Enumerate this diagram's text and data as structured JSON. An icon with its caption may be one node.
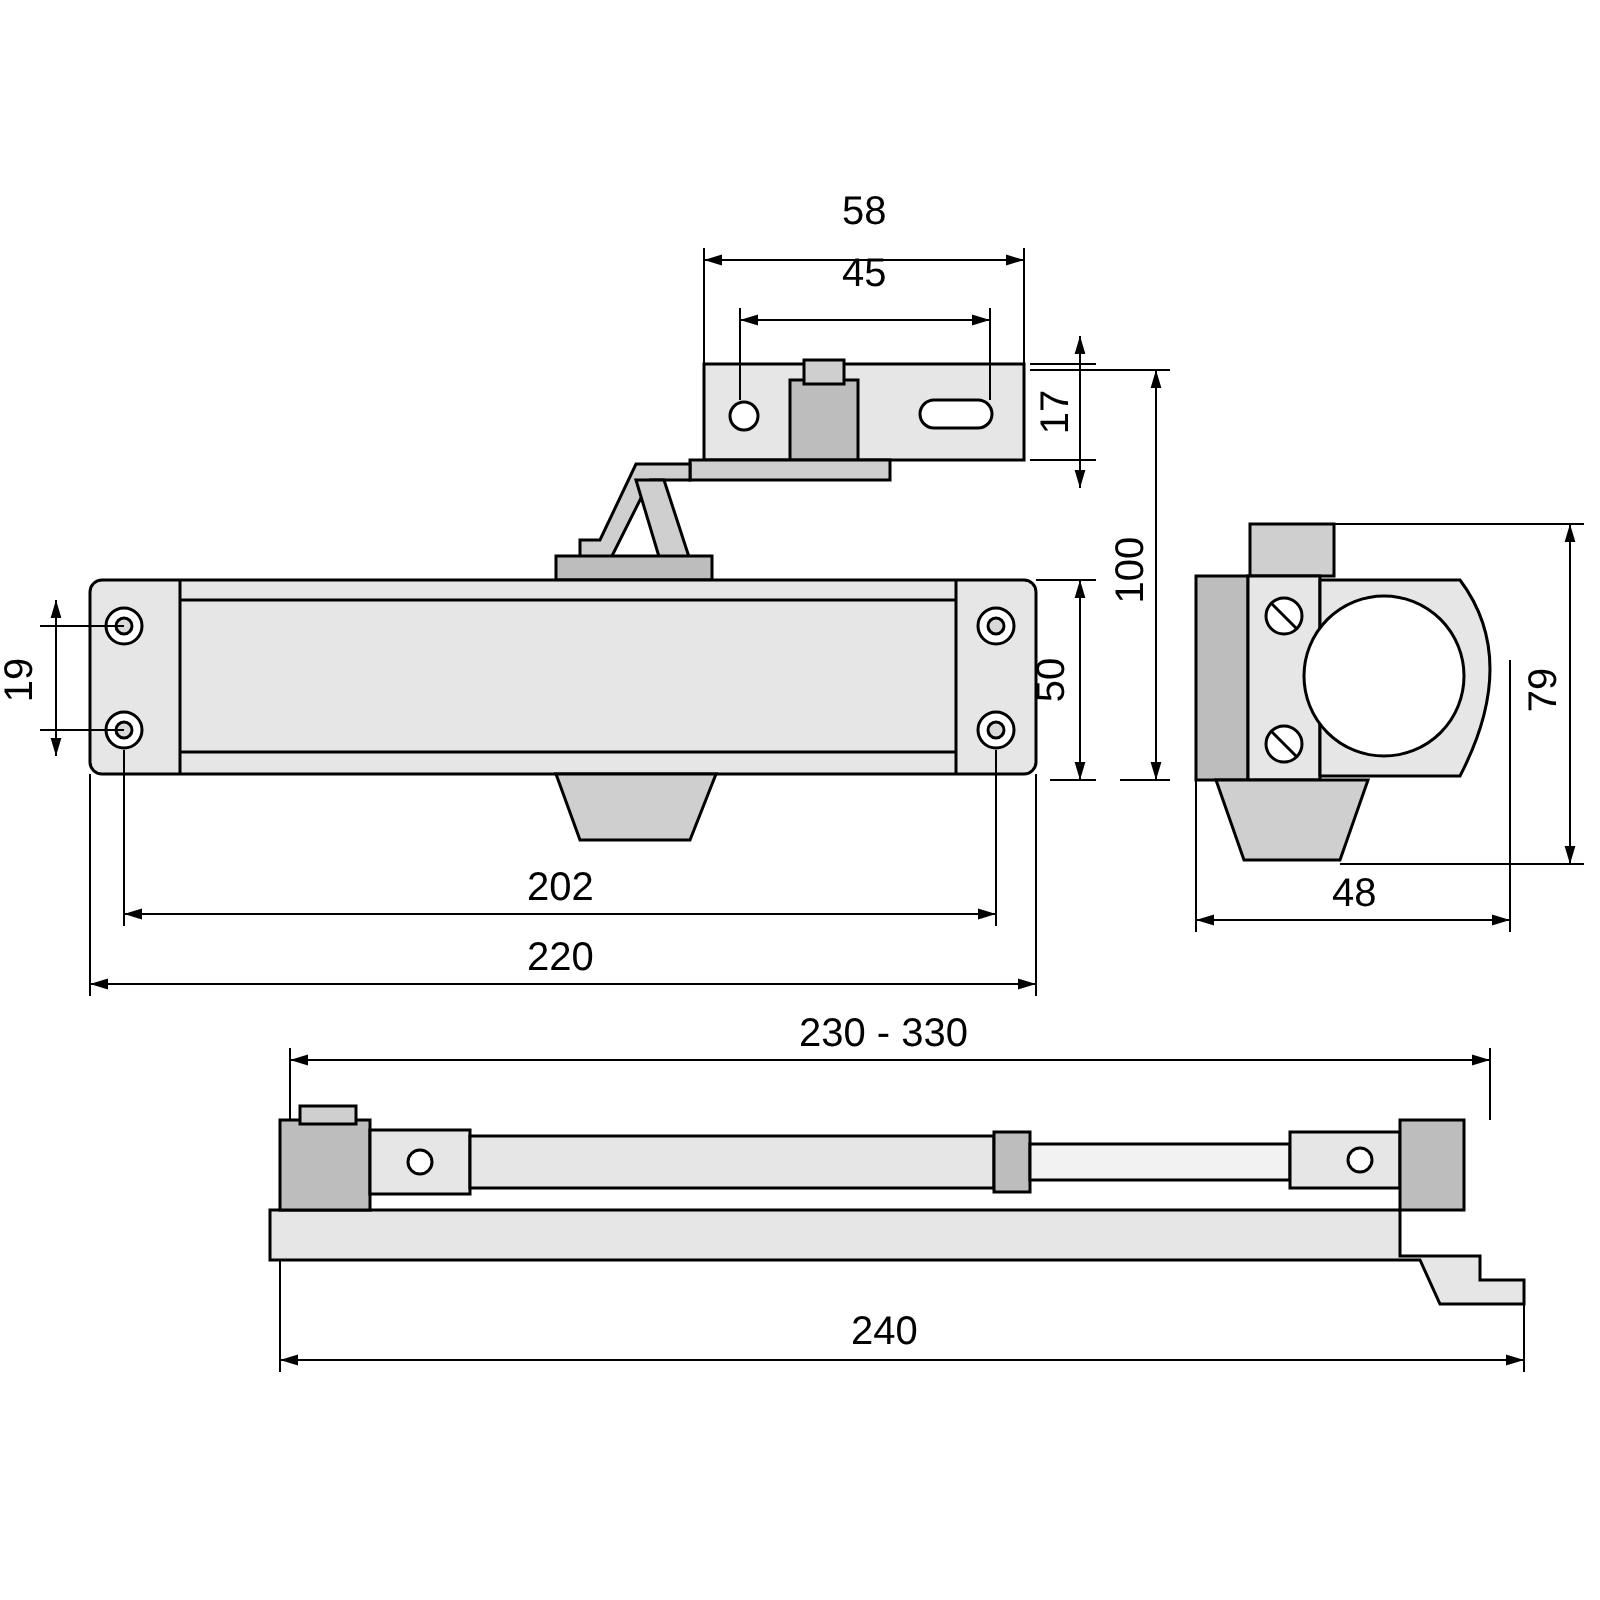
{
  "diagram": {
    "labels": [
      "58",
      "45",
      "17",
      "100",
      "19",
      "50",
      "79",
      "202",
      "220",
      "48",
      "230 - 330",
      "240"
    ]
  }
}
